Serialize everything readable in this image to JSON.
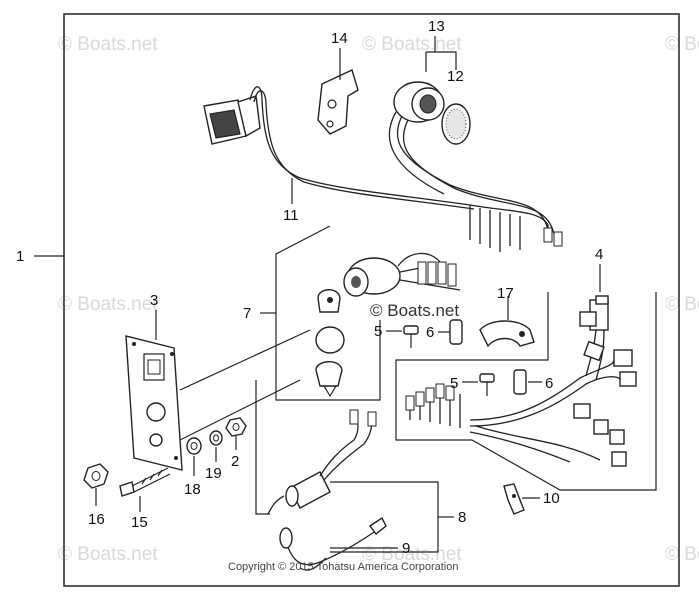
{
  "watermark": "© Boats.net",
  "copyright": "Copyright © 2015 Tohatsu America Corporation",
  "callouts": {
    "c1": "1",
    "c2": "2",
    "c3": "3",
    "c4": "4",
    "c5a": "5",
    "c5b": "5",
    "c6a": "6",
    "c6b": "6",
    "c7": "7",
    "c8": "8",
    "c9": "9",
    "c10": "10",
    "c11": "11",
    "c12": "12",
    "c13": "13",
    "c14": "14",
    "c15": "15",
    "c16": "16",
    "c17": "17",
    "c18": "18",
    "c19": "19"
  },
  "colors": {
    "line": "#222222",
    "watermark": "#d9d9d9"
  }
}
